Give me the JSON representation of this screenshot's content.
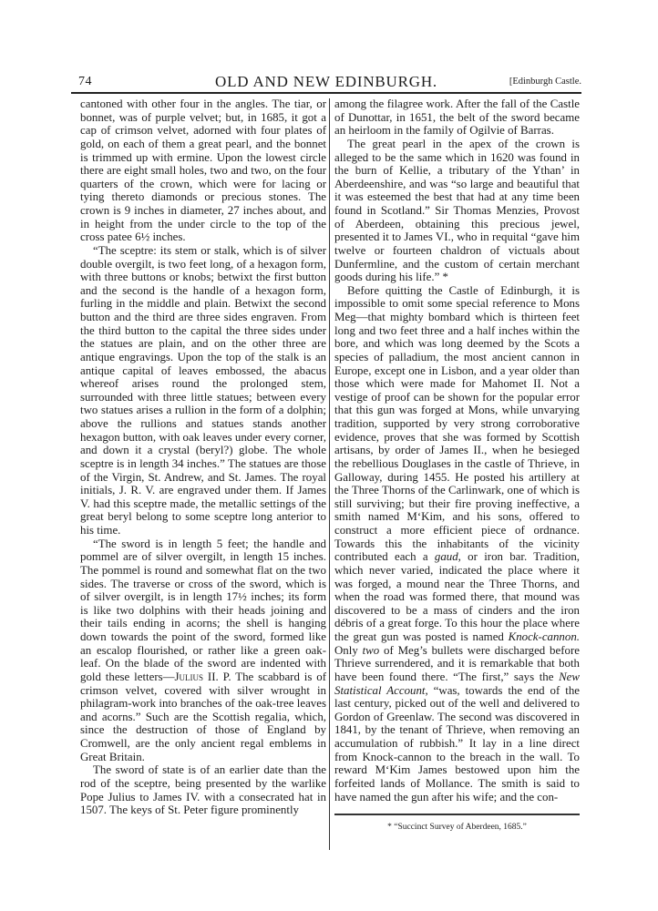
{
  "header": {
    "page_number": "74",
    "running_title": "OLD AND NEW EDINBURGH.",
    "section": "[Edinburgh Castle."
  },
  "left_column": {
    "paragraphs": [
      {
        "continuation": true,
        "text": "cantoned with other four in the angles. The tiar, or bonnet, was of purple velvet; but, in 1685, it got a cap of crimson velvet, adorned with four plates of gold, on each of them a great pearl, and the bonnet is trimmed up with ermine. Upon the lowest circle there are eight small holes, two and two, on the four quarters of the crown, which were for lacing or tying thereto diamonds or precious stones. The crown is 9 inches in diameter, 27 inches about, and in height from the under circle to the top of the cross patee 6½ inches."
      },
      {
        "continuation": false,
        "text": "“The sceptre: its stem or stalk, which is of silver double overgilt, is two feet long, of a hexagon form, with three buttons or knobs; betwixt the first button and the second is the handle of a hexagon form, furling in the middle and plain. Betwixt the second button and the third are three sides engraven. From the third button to the capital the three sides under the statues are plain, and on the other three are antique engravings. Upon the top of the stalk is an antique capital of leaves embossed, the abacus whereof arises round the prolonged stem, surrounded with three little statues; between every two statues arises a rullion in the form of a dolphin; above the rullions and statues stands another hexagon button, with oak leaves under every corner, and down it a crystal (beryl?) globe. The whole sceptre is in length 34 inches.” The statues are those of the Virgin, St. Andrew, and St. James. The royal initials, J. R. V. are engraved under them. If James V. had this sceptre made, the metallic settings of the great beryl belong to some sceptre long anterior to his time."
      },
      {
        "continuation": false,
        "text_before_sc": "“The sword is in length 5 feet; the handle and pommel are of silver overgilt, in length 15 inches. The pommel is round and somewhat flat on the two sides. The traverse or cross of the sword, which is of silver overgilt, is in length 17½ inches; its form is like two dolphins with their heads joining and their tails ending in acorns; the shell is hanging down towards the point of the sword, formed like an escalop flourished, or rather like a green oak-leaf. On the blade of the sword are indented with gold these letters—",
        "sc_text": "Julius",
        "text_after_sc": " II. P. The scabbard is of crimson velvet, covered with silver wrought in philagram-work into branches of the oak-tree leaves and acorns.” Such are the Scottish regalia, which, since the destruction of those of England by Cromwell, are the only ancient regal emblems in Great Britain."
      },
      {
        "continuation": false,
        "text": "The sword of state is of an earlier date than the rod of the sceptre, being presented by the warlike Pope Julius to James IV. with a consecrated hat in 1507. The keys of St. Peter figure prominently"
      }
    ]
  },
  "right_column": {
    "p1": "among the filagree work. After the fall of the Castle of Dunottar, in 1651, the belt of the sword became an heirloom in the family of Ogilvie of Barras.",
    "p2": "The great pearl in the apex of the crown is alleged to be the same which in 1620 was found in the burn of Kellie, a tributary of the Ythan’ in Aberdeenshire, and was “so large and beautiful that it was esteemed the best that had at any time been found in Scotland.” Sir Thomas Menzies, Provost of Aberdeen, obtaining this precious jewel, presented it to James VI., who in requital “gave him twelve or fourteen chaldron of victuals about Dunfermline, and the custom of certain merchant goods during his life.” *",
    "p3": {
      "a": "Before quitting the Castle of Edinburgh, it is impossible to omit some special reference to Mons Meg—that mighty bombard which is thirteen feet long and two feet three and a half inches within the bore, and which was long deemed by the Scots a species of palladium, the most ancient cannon in Europe, except one in Lisbon, and a year older than those which were made for Mahomet II. Not a vestige of proof can be shown for the popular error that this gun was forged at Mons, while unvarying tradition, supported by very strong corroborative evidence, proves that she was formed by Scottish artisans, by order of James II., when he besieged the rebellious Douglases in the castle of Thrieve, in Galloway, during 1455. He posted his artillery at the Three Thorns of the Carlinwark, one of which is still surviving; but their fire proving ineffective, a smith named M‘Kim, and his sons, offered to construct a more efficient piece of ordnance. Towards this the inhabitants of the vicinity contributed each a ",
      "gaud": "gaud",
      "b": ", or iron bar. Tradition, which never varied, indicated the place where it was forged, a mound near the Three Thorns, and when the road was formed there, that mound was discovered to be a mass of cinders and the iron débris of a great forge. To this hour the place where the great gun was posted is named ",
      "knock": "Knock-cannon.",
      "c": " Only ",
      "two": "two",
      "d": " of Meg’s bullets were discharged before Thrieve surrendered, and it is remarkable that both have been found there. “The first,” says the ",
      "nsa": "New Statistical Account",
      "e": ", “was, towards the end of the last century, picked out of the well and delivered to Gordon of Greenlaw. The second was discovered in 1841, by the tenant of Thrieve, when removing an accumulation of rubbish.” It lay in a line direct from Knock-cannon to the breach in the wall. To reward M‘Kim James bestowed upon him the forfeited lands of Mollance. The smith is said to have named the gun after his wife; and the con-"
    }
  },
  "footnote": {
    "text": "* “Succinct Survey of Aberdeen, 1685.”"
  }
}
